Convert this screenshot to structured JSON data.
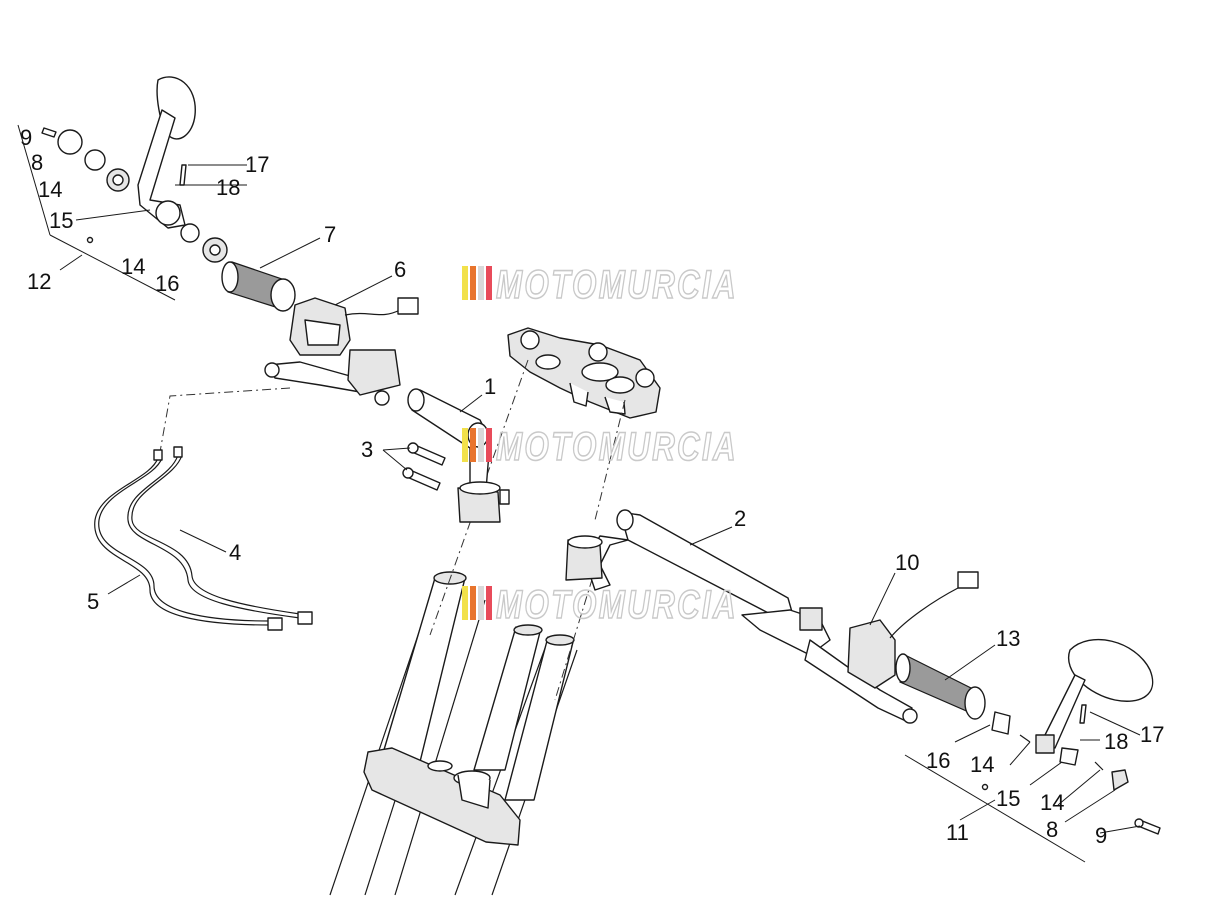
{
  "watermark": {
    "text": "MOTOMURCIA",
    "stripe_colors": [
      "#f2e14b",
      "#e8742d",
      "#d9d9d9",
      "#e84b5a"
    ]
  },
  "callouts": [
    {
      "id": "c1",
      "label": "1"
    },
    {
      "id": "c2",
      "label": "2"
    },
    {
      "id": "c3",
      "label": "3"
    },
    {
      "id": "c4",
      "label": "4"
    },
    {
      "id": "c5",
      "label": "5"
    },
    {
      "id": "c6",
      "label": "6"
    },
    {
      "id": "c7",
      "label": "7"
    },
    {
      "id": "c8a",
      "label": "8"
    },
    {
      "id": "c9a",
      "label": "9"
    },
    {
      "id": "c10",
      "label": "10"
    },
    {
      "id": "c11",
      "label": "11"
    },
    {
      "id": "c12",
      "label": "12"
    },
    {
      "id": "c13",
      "label": "13"
    },
    {
      "id": "c14a",
      "label": "14"
    },
    {
      "id": "c14b",
      "label": "14"
    },
    {
      "id": "c15a",
      "label": "15"
    },
    {
      "id": "c16a",
      "label": "16"
    },
    {
      "id": "c17a",
      "label": "17"
    },
    {
      "id": "c18a",
      "label": "18"
    },
    {
      "id": "c16b",
      "label": "16"
    },
    {
      "id": "c14c",
      "label": "14"
    },
    {
      "id": "c15b",
      "label": "15"
    },
    {
      "id": "c14d",
      "label": "14"
    },
    {
      "id": "c8b",
      "label": "8"
    },
    {
      "id": "c9b",
      "label": "9"
    },
    {
      "id": "c17b",
      "label": "17"
    },
    {
      "id": "c18b",
      "label": "18"
    }
  ]
}
